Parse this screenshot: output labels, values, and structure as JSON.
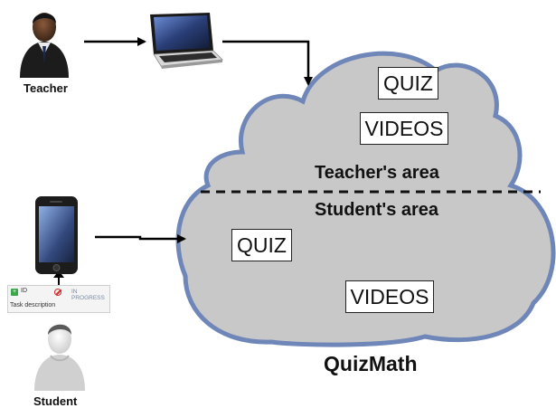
{
  "actors": {
    "teacher_label": "Teacher",
    "student_label": "Student"
  },
  "cloud": {
    "title": "QuizMath",
    "teacher_area_label": "Teacher's area",
    "student_area_label": "Student's area",
    "teacher_items": [
      "QUIZ",
      "VIDEOS"
    ],
    "student_items": [
      "QUIZ",
      "VIDEOS"
    ]
  },
  "task_card": {
    "id_label": "ID",
    "status": "IN PROGRESS",
    "description": "Task description"
  },
  "colors": {
    "cloud_fill": "#c8c8c8",
    "cloud_stroke": "#6f86b8",
    "arrow": "#000000"
  }
}
